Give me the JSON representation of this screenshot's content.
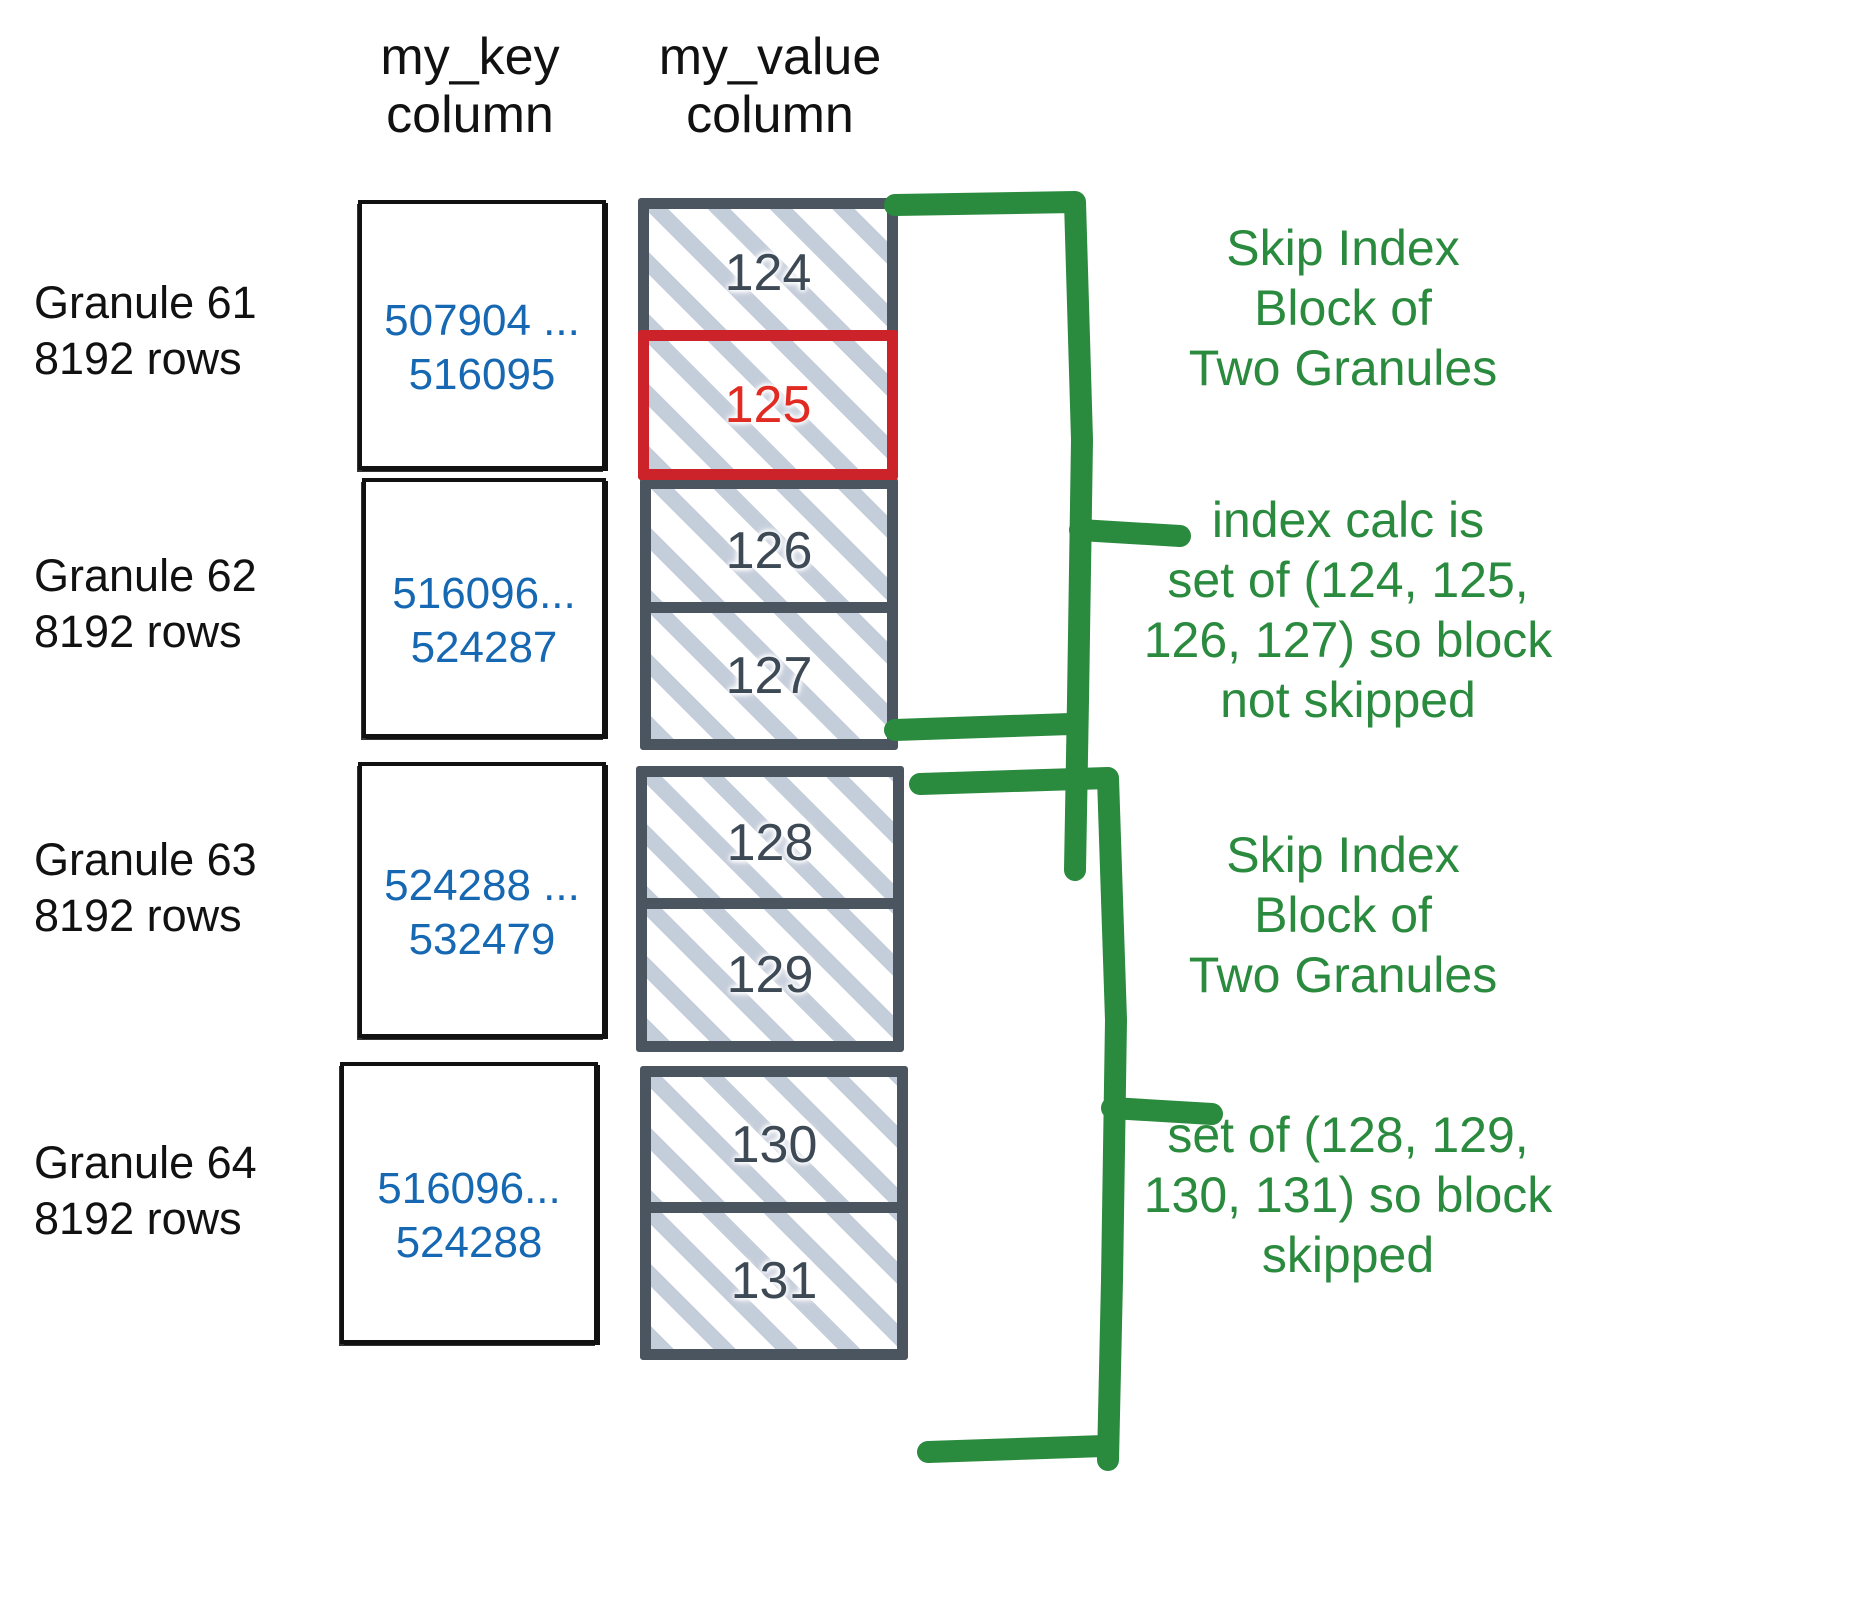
{
  "headers": {
    "key_column": "my_key\ncolumn",
    "value_column": "my_value\ncolumn"
  },
  "colors": {
    "key_text": "#1668b3",
    "value_text": "#3d4954",
    "value_border": "#4a5560",
    "highlight": "#cc2229",
    "annotation_green": "#2a8a3e",
    "hatch": "#bac4d4"
  },
  "granules": [
    {
      "label": "Granule 61\n8192 rows",
      "key_range": "507904 ...\n516095",
      "values": [
        "124",
        "125"
      ],
      "highlighted": "125"
    },
    {
      "label": "Granule 62\n8192 rows",
      "key_range": "516096...\n524287",
      "values": [
        "126",
        "127"
      ],
      "highlighted": null
    },
    {
      "label": "Granule 63\n8192 rows",
      "key_range": "524288 ...\n532479",
      "values": [
        "128",
        "129"
      ],
      "highlighted": null
    },
    {
      "label": "Granule 64\n8192 rows",
      "key_range": "516096...\n524288",
      "values": [
        "130",
        "131"
      ],
      "highlighted": null
    }
  ],
  "annotations": [
    {
      "text": "Skip Index\nBlock of\nTwo Granules"
    },
    {
      "text": "index calc is\nset of (124, 125,\n126, 127) so block\nnot skipped"
    },
    {
      "text": "Skip Index\nBlock of\nTwo Granules"
    },
    {
      "text": "set of (128, 129,\n130, 131) so block\nskipped"
    }
  ]
}
